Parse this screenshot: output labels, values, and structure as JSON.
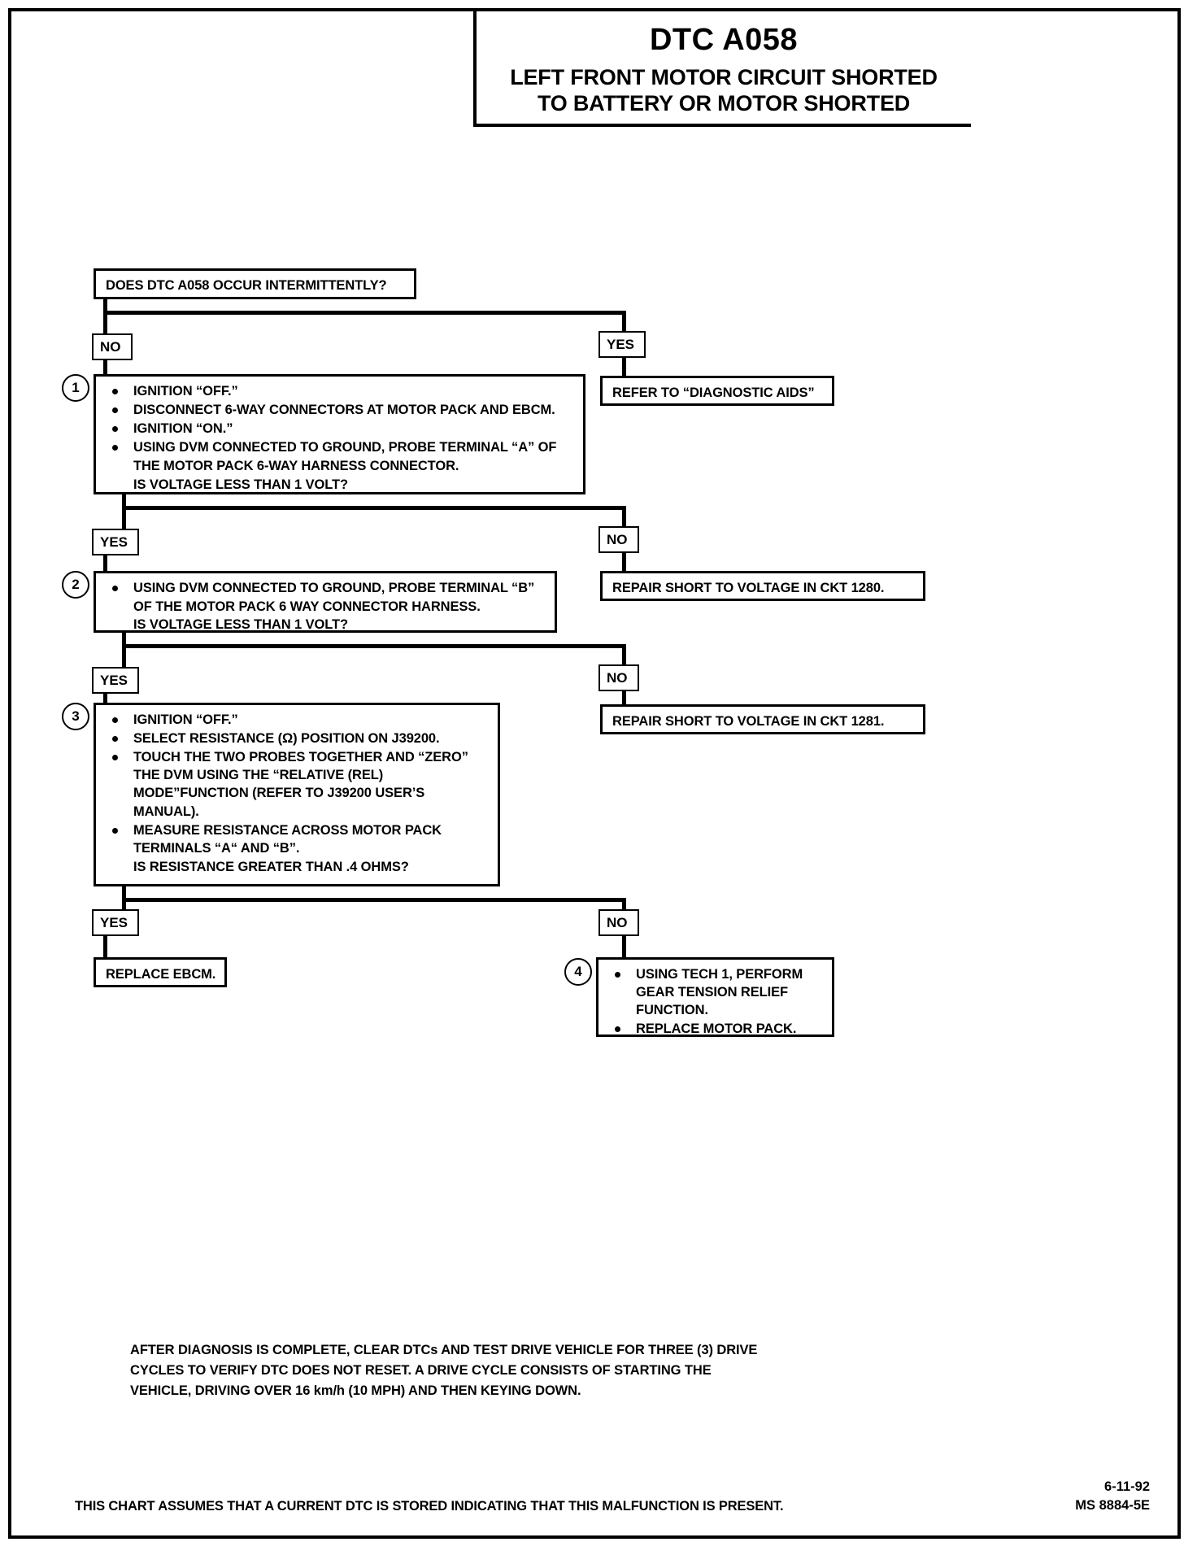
{
  "title": {
    "dtc_code": "DTC A058",
    "description_line1": "LEFT FRONT MOTOR CIRCUIT SHORTED",
    "description_line2": "TO BATTERY OR MOTOR SHORTED"
  },
  "flow": {
    "start_question": "DOES DTC A058 OCCUR INTERMITTENTLY?",
    "labels": {
      "no": "NO",
      "yes": "YES"
    },
    "branch1": {
      "yes_label": "YES",
      "yes_result": "REFER TO “DIAGNOSTIC AIDS”",
      "no_label": "NO"
    },
    "step1": {
      "number": "1",
      "bullets": [
        "IGNITION “OFF.”",
        "DISCONNECT 6-WAY CONNECTORS AT MOTOR PACK AND EBCM.",
        "IGNITION “ON.”",
        "USING DVM CONNECTED TO GROUND, PROBE TERMINAL “A” OF"
      ],
      "bullet4_line2": "THE MOTOR PACK 6-WAY HARNESS CONNECTOR.",
      "question": "IS VOLTAGE LESS THAN 1 VOLT?",
      "yes_label": "YES",
      "no_label": "NO",
      "no_result": "REPAIR SHORT TO VOLTAGE IN CKT 1280."
    },
    "step2": {
      "number": "2",
      "bullet1_line1": "USING DVM CONNECTED TO GROUND, PROBE TERMINAL “B”",
      "bullet1_line2": "OF THE MOTOR PACK 6 WAY CONNECTOR HARNESS.",
      "question": "IS VOLTAGE LESS THAN 1 VOLT?",
      "yes_label": "YES",
      "no_label": "NO",
      "no_result": "REPAIR SHORT TO VOLTAGE IN CKT 1281."
    },
    "step3": {
      "number": "3",
      "bullet1": "IGNITION “OFF.”",
      "bullet2": "SELECT RESISTANCE (Ω) POSITION ON J39200.",
      "bullet3_line1": "TOUCH THE TWO PROBES TOGETHER AND “ZERO”",
      "bullet3_line2": "THE DVM USING THE “RELATIVE (REL)",
      "bullet3_line3": "MODE”FUNCTION (REFER TO J39200 USER’S",
      "bullet3_line4": "MANUAL).",
      "bullet4_line1": "MEASURE RESISTANCE ACROSS MOTOR PACK",
      "bullet4_line2": "TERMINALS “A“ AND “B”.",
      "question": "IS RESISTANCE GREATER THAN .4 OHMS?",
      "yes_label": "YES",
      "no_label": "NO",
      "yes_result": "REPLACE EBCM."
    },
    "step4": {
      "number": "4",
      "bullet1_line1": "USING TECH 1, PERFORM",
      "bullet1_line2": "GEAR TENSION RELIEF",
      "bullet1_line3": "FUNCTION.",
      "bullet2": "REPLACE MOTOR PACK."
    }
  },
  "footer": {
    "note_line1": "AFTER DIAGNOSIS IS COMPLETE, CLEAR DTCs AND TEST DRIVE VEHICLE FOR THREE (3) DRIVE",
    "note_line2": "CYCLES TO VERIFY DTC DOES NOT RESET.  A DRIVE CYCLE CONSISTS OF STARTING THE",
    "note_line3": "VEHICLE, DRIVING OVER 16 km/h (10 MPH) AND THEN KEYING DOWN.",
    "assumption": "THIS CHART ASSUMES THAT A CURRENT DTC IS STORED INDICATING THAT THIS MALFUNCTION IS PRESENT.",
    "date": "6-11-92",
    "doc_id": "MS 8884-5E"
  }
}
